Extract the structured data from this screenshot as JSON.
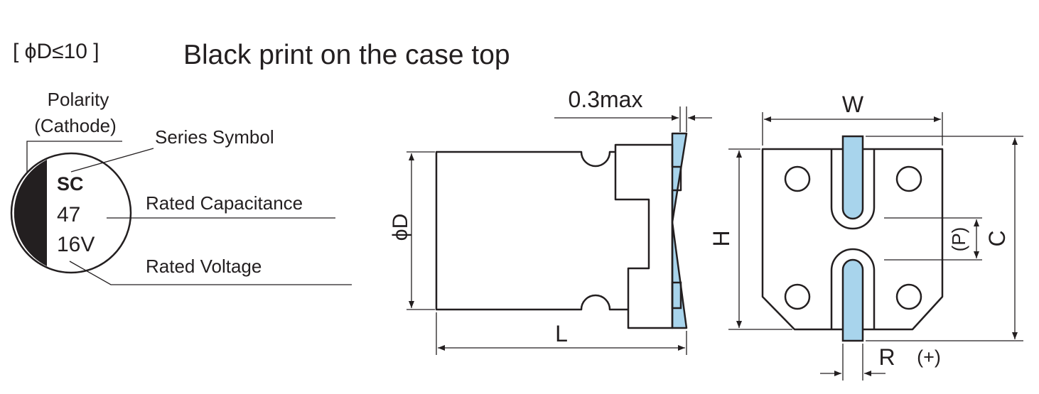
{
  "header": {
    "condition": "[ ϕD≤10 ]",
    "title": "Black print on the case top"
  },
  "marking": {
    "polarity_line1": "Polarity",
    "polarity_line2": "(Cathode)",
    "series_symbol_label": "Series Symbol",
    "rated_capacitance_label": "Rated Capacitance",
    "rated_voltage_label": "Rated Voltage",
    "series_code": "SC",
    "capacitance_value": "47",
    "voltage_value": "16V"
  },
  "side_view": {
    "diameter_label": "ϕD",
    "length_label": "L",
    "terminal_thickness_label": "0.3max"
  },
  "bottom_view": {
    "width_label": "W",
    "height_label": "H",
    "total_length_label": "C",
    "pitch_label": "(P)",
    "terminal_width_label": "R",
    "anode_label": "(+)"
  },
  "colors": {
    "line": "#231f20",
    "terminal": "#a8d4ec",
    "cathode_band": "#231f20"
  }
}
